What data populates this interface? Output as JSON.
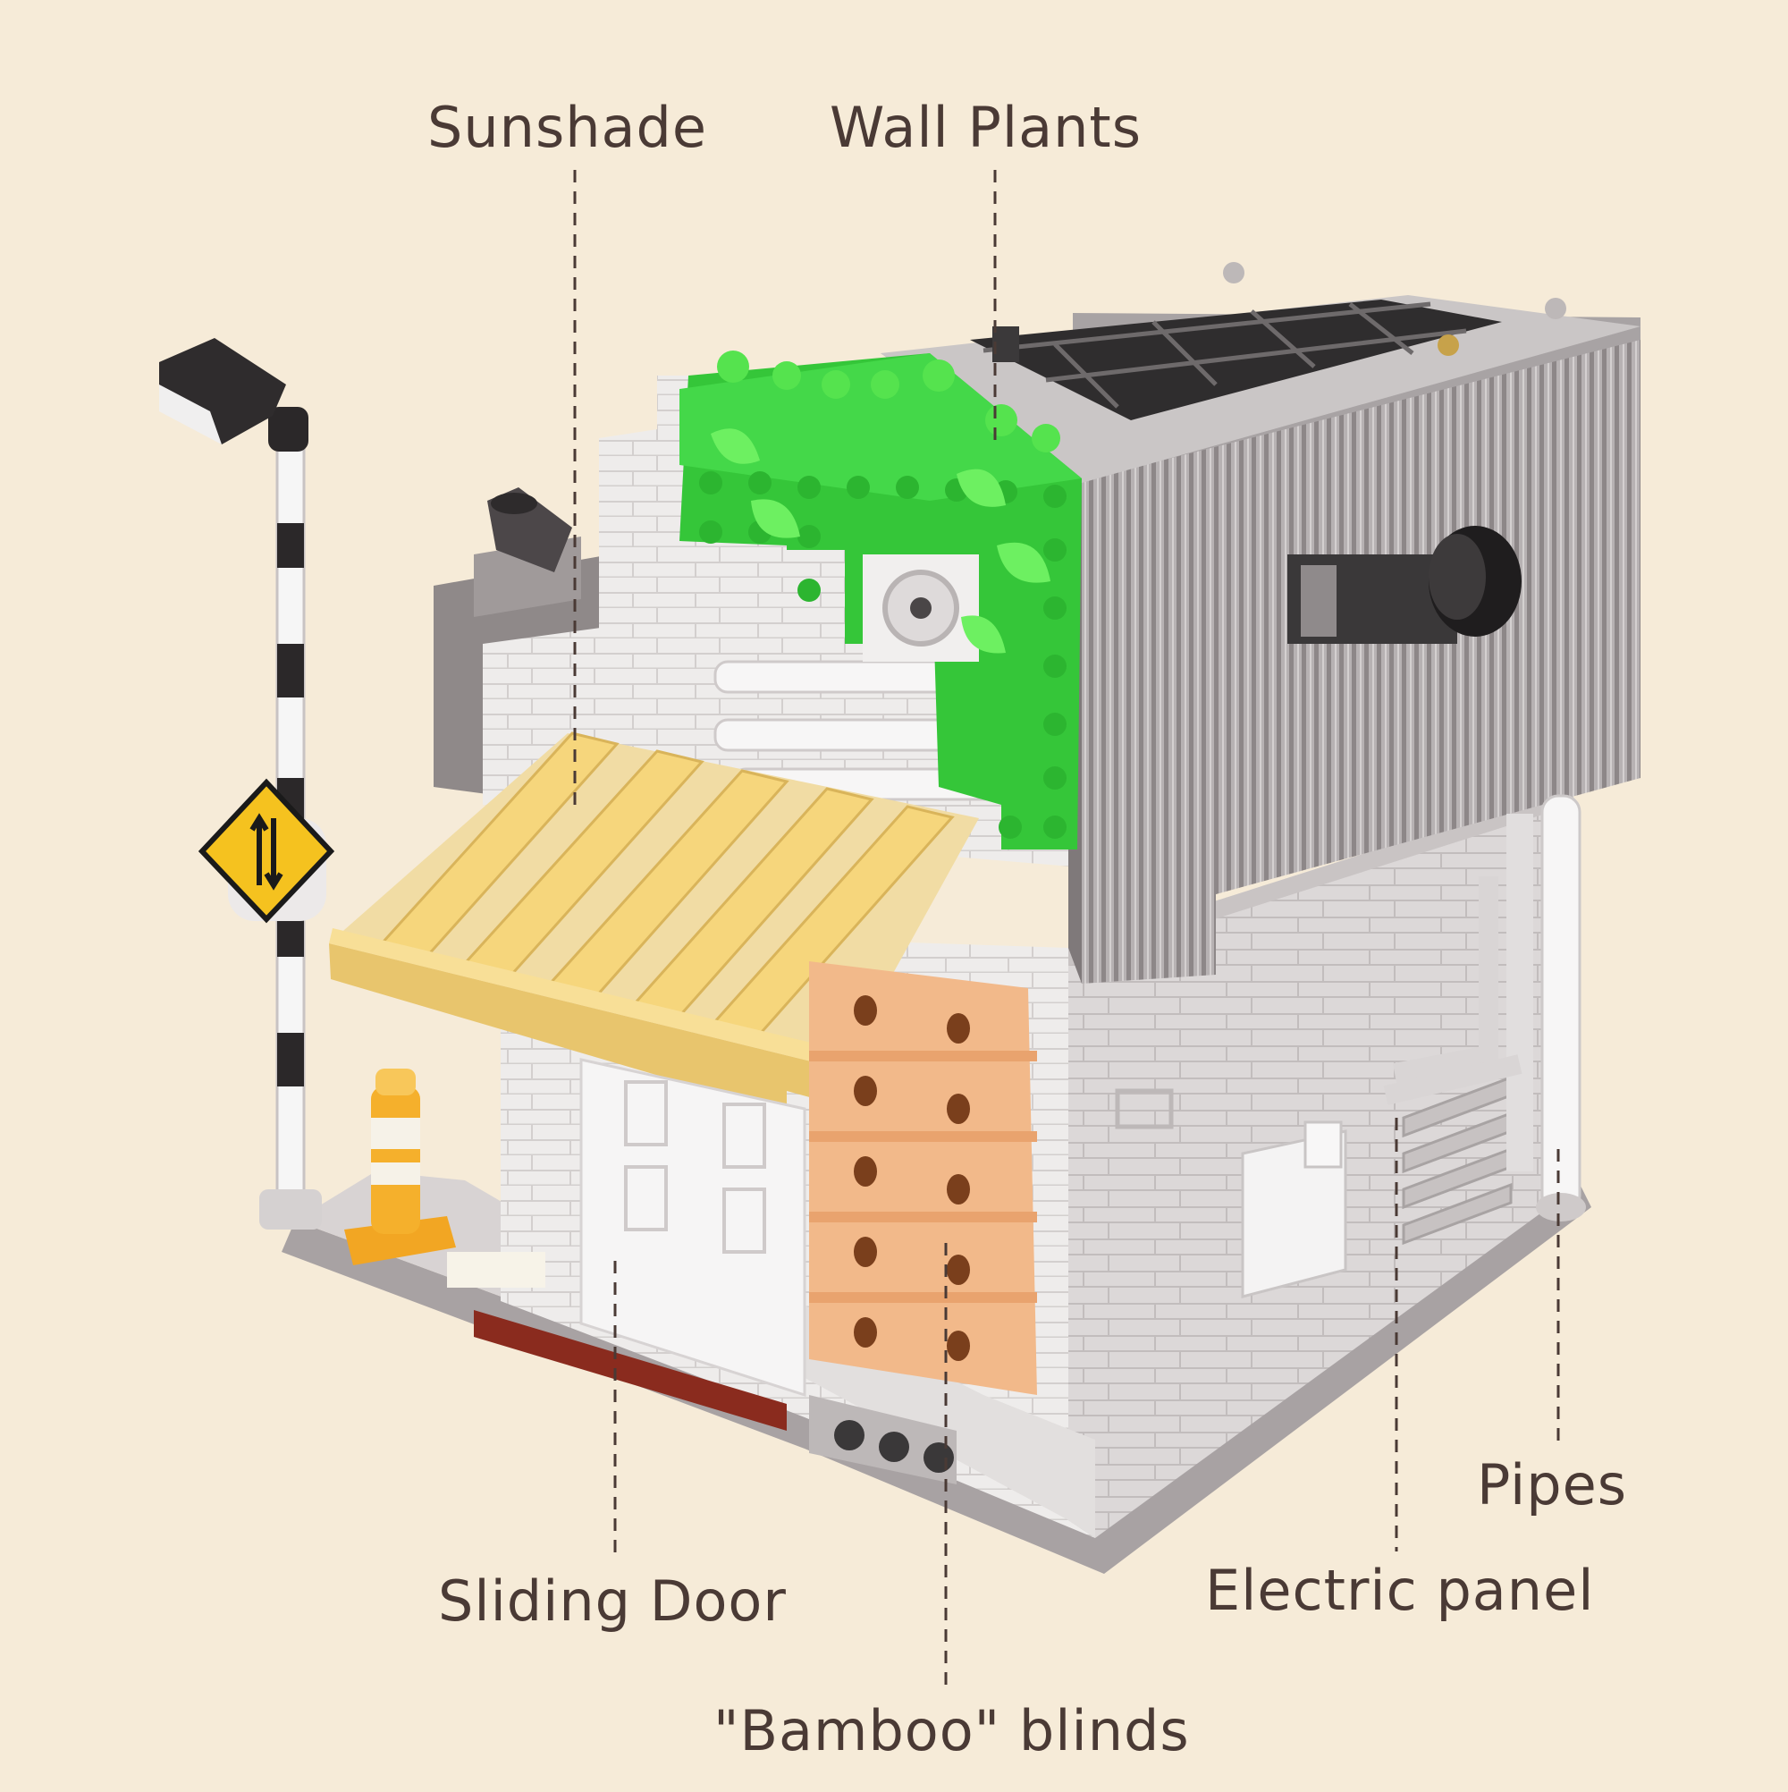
{
  "callouts": {
    "sunshade": "Sunshade",
    "wall_plants": "Wall Plants",
    "sliding_door": "Sliding Door",
    "bamboo_blinds": "\"Bamboo\" blinds",
    "pipes": "Pipes",
    "electric_panel": "Electric panel"
  },
  "colors": {
    "background": "#f6ebd8",
    "text": "#4a3a35",
    "brick_white": "#f1efee",
    "brick_grey": "#b9b4b4",
    "dark_grey": "#8d8788",
    "plant_green": "#3fd143",
    "sunshade_yellow": "#f3d584",
    "blinds_orange": "#f1b98a"
  },
  "icons": [
    "double-arrow-road-sign-icon",
    "street-lamp-icon",
    "traffic-bollard-icon"
  ]
}
